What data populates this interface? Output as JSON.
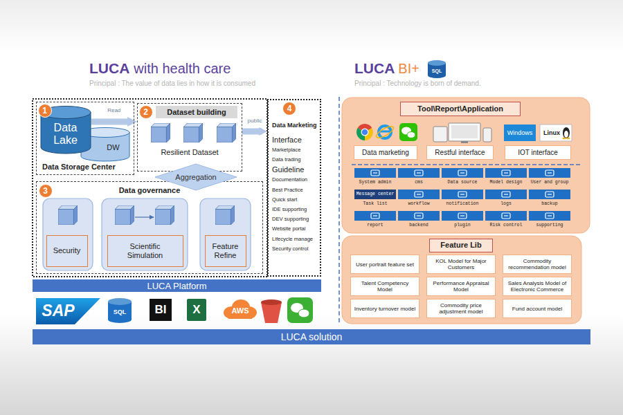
{
  "diagram": {
    "nodes": [
      {
        "text": [
          "Data Storage Center"
        ]
      },
      {
        "text": [
          "1"
        ],
        "in": 0
      },
      {
        "text": [
          "Data Lake"
        ],
        "in": 0
      },
      {
        "text": [
          "DW"
        ],
        "in": 0
      },
      {
        "text": [
          "Dataset building",
          "Resilient Dataset"
        ]
      },
      {
        "text": [
          "2"
        ],
        "in": 4
      },
      {
        "text": [
          "Aggregation"
        ]
      },
      {
        "text": [
          "Data governance"
        ]
      },
      {
        "text": [
          "3"
        ],
        "in": 7
      },
      {
        "text": [
          "Security"
        ],
        "in": 7
      },
      {
        "text": [
          "Scientific Simulation"
        ],
        "in": 7
      },
      {
        "text": [
          "Feature Refine"
        ],
        "in": 7
      },
      {
        "text": [
          "Data Marketing",
          "Interface",
          "Marketplace",
          "Data trading",
          "Guideline",
          "Documentation",
          "Best Practice",
          "Quick start",
          "IDE supporting",
          "DEV supporting",
          "Website portal",
          "Lifecycle manage",
          "Security control"
        ]
      },
      {
        "text": [
          "4"
        ],
        "in": 12
      },
      {
        "text": [
          "LUCA Platform"
        ]
      },
      {
        "text": [
          "Tool\\Report\\Application"
        ]
      },
      {
        "text": [
          "Data marketing"
        ],
        "in": 15
      },
      {
        "text": [
          "Restful interface"
        ],
        "in": 15
      },
      {
        "text": [
          "IOT interface"
        ],
        "in": 15
      },
      {
        "text": [
          "System admin"
        ],
        "in": 15
      },
      {
        "text": [
          "cms"
        ],
        "in": 15
      },
      {
        "text": [
          "Data source"
        ],
        "in": 15
      },
      {
        "text": [
          "Model design"
        ],
        "in": 15
      },
      {
        "text": [
          "User and group"
        ],
        "in": 15
      },
      {
        "text": [
          "Message center",
          "Task list"
        ],
        "in": 15
      },
      {
        "text": [
          "workflow"
        ],
        "in": 15
      },
      {
        "text": [
          "notification"
        ],
        "in": 15
      },
      {
        "text": [
          "logs"
        ],
        "in": 15
      },
      {
        "text": [
          "backup"
        ],
        "in": 15
      },
      {
        "text": [
          "report"
        ],
        "in": 15
      },
      {
        "text": [
          "backend"
        ],
        "in": 15
      },
      {
        "text": [
          "plugin"
        ],
        "in": 15
      },
      {
        "text": [
          "Risk control"
        ],
        "in": 15
      },
      {
        "text": [
          "supporting"
        ],
        "in": 15
      },
      {
        "text": [
          "Feature Lib"
        ]
      },
      {
        "text": [
          "User portrait feature set"
        ],
        "in": 34
      },
      {
        "text": [
          "KOL Model for Major Customers"
        ],
        "in": 34
      },
      {
        "text": [
          "Commodity recommendation model"
        ],
        "in": 34
      },
      {
        "text": [
          "Talent Competency Model"
        ],
        "in": 34
      },
      {
        "text": [
          "Performance Appraisal Model"
        ],
        "in": 34
      },
      {
        "text": [
          "Sales Analysis Model of Electronic Commerce"
        ],
        "in": 34
      },
      {
        "text": [
          "Inventory turnover model"
        ],
        "in": 34
      },
      {
        "text": [
          "Commodity price adjustment model"
        ],
        "in": 34
      },
      {
        "text": [
          "Fund account model"
        ],
        "in": 34
      },
      {
        "text": [
          "LUCA solution"
        ]
      }
    ],
    "edges": [
      {
        "from": 2,
        "to": 4,
        "label": "Read",
        "arrow": "to"
      },
      {
        "from": 4,
        "to": 12,
        "label": "public",
        "arrow": "to"
      }
    ],
    "labels": [
      "LUCA",
      "with health care",
      "Principal : The value of data lies in how it is consumed",
      "LUCA",
      "BI+",
      "SQL",
      "Principal : Technology is born of demand.",
      "Windows",
      "Linux",
      "SAP",
      "SQL",
      "BI",
      "X",
      "AWS"
    ]
  }
}
